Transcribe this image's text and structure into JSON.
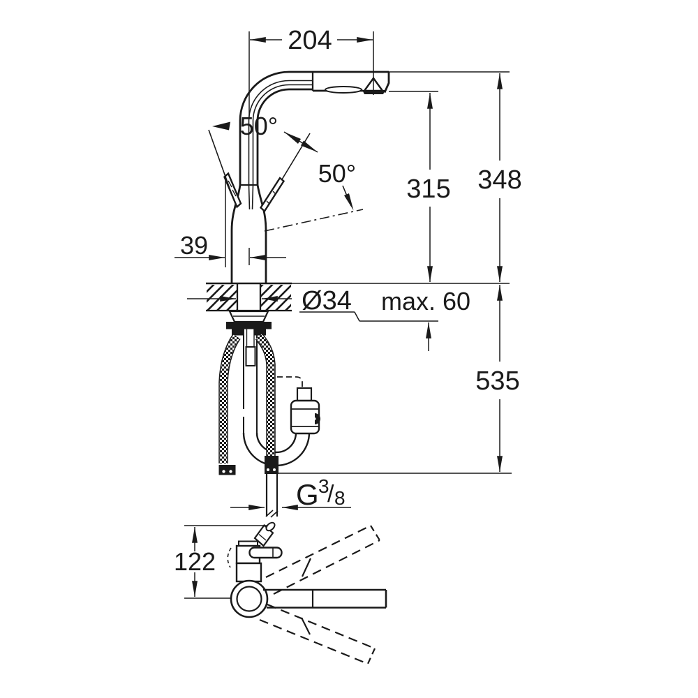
{
  "figure": {
    "kind": "technical dimension drawing",
    "subject": "single-lever kitchen faucet with pull-out spray, front view with under-counter hoses and side/top view",
    "units": "mm",
    "line_color": "#1a1a1a",
    "background_color": "#ffffff"
  },
  "dims": {
    "spout_reach": {
      "value": "204"
    },
    "lever_swing_left": {
      "value": "50°"
    },
    "lever_swing_right": {
      "value": "50°"
    },
    "spout_height": {
      "value": "315"
    },
    "total_height": {
      "value": "348"
    },
    "lever_offset": {
      "value": "39"
    },
    "hole_diameter": {
      "value": "Ø34"
    },
    "max_deck_thickness": {
      "value": "max. 60"
    },
    "hose_length_below_deck": {
      "value": "535"
    },
    "side_view_height": {
      "value": "122"
    },
    "connection_thread": {
      "g": "G",
      "numerator": "3",
      "slash": "/",
      "denominator": "8"
    }
  }
}
